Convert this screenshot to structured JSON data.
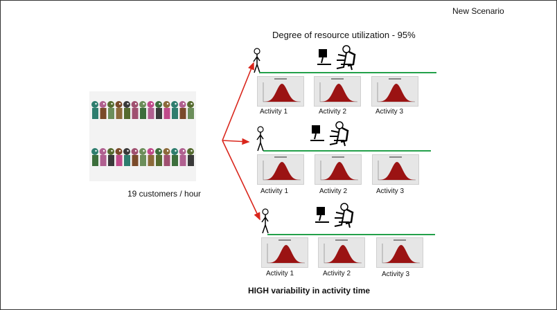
{
  "scenario_label": "New Scenario",
  "utilization_label": "Degree of resource utilization - 95%",
  "customers_label": "19 customers / hour",
  "variability_label": "HIGH variability in activity time",
  "lanes": [
    {
      "activities": [
        "Activity 1",
        "Activity 2",
        "Activity 3"
      ]
    },
    {
      "activities": [
        "Activity 1",
        "Activity 2",
        "Activity 3"
      ]
    },
    {
      "activities": [
        "Activity 1",
        "Activity 2",
        "Activity 3"
      ]
    }
  ],
  "colors": {
    "line": "#23a04a",
    "arrow": "#d9261c",
    "curve": "#9b1313"
  },
  "icons": [
    "crowd-illustration",
    "stick-figure-icon",
    "desk-worker-icon",
    "normal-distribution-chart"
  ]
}
